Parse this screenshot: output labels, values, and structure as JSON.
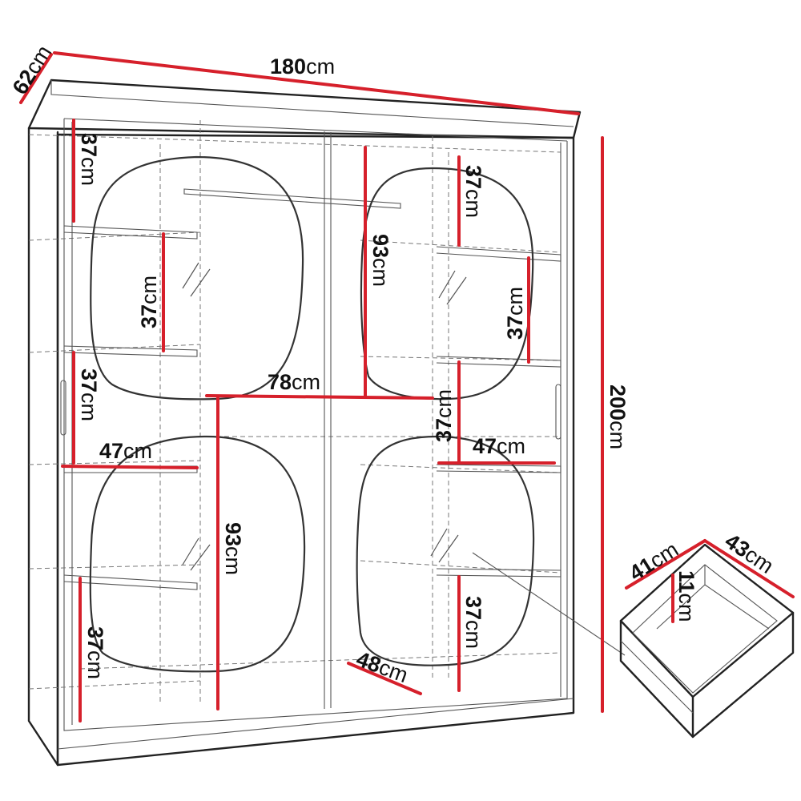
{
  "dimensions": {
    "width": {
      "value": "180",
      "unit": "cm"
    },
    "depth": {
      "value": "62",
      "unit": "cm"
    },
    "height": {
      "value": "200",
      "unit": "cm"
    },
    "left_top_compartment": {
      "value": "37",
      "unit": "cm"
    },
    "left_upper_shelf": {
      "value": "37",
      "unit": "cm"
    },
    "left_middle_compartment": {
      "value": "37",
      "unit": "cm"
    },
    "left_bottom_compartment": {
      "value": "37",
      "unit": "cm"
    },
    "left_shelf_width": {
      "value": "47",
      "unit": "cm"
    },
    "hanging_width": {
      "value": "78",
      "unit": "cm"
    },
    "upper_hanging_height": {
      "value": "93",
      "unit": "cm"
    },
    "lower_hanging_height": {
      "value": "93",
      "unit": "cm"
    },
    "right_top_compartment": {
      "value": "37",
      "unit": "cm"
    },
    "right_upper_shelf": {
      "value": "37",
      "unit": "cm"
    },
    "right_middle_compartment": {
      "value": "37",
      "unit": "cm"
    },
    "right_bottom_compartment": {
      "value": "37",
      "unit": "cm"
    },
    "right_shelf_width": {
      "value": "47",
      "unit": "cm"
    },
    "bottom_depth": {
      "value": "48",
      "unit": "cm"
    }
  },
  "drawer": {
    "width": {
      "value": "43",
      "unit": "cm"
    },
    "depth": {
      "value": "41",
      "unit": "cm"
    },
    "height": {
      "value": "11",
      "unit": "cm"
    }
  },
  "colors": {
    "dimension_line": "#d6202b",
    "outline": "#222222"
  }
}
